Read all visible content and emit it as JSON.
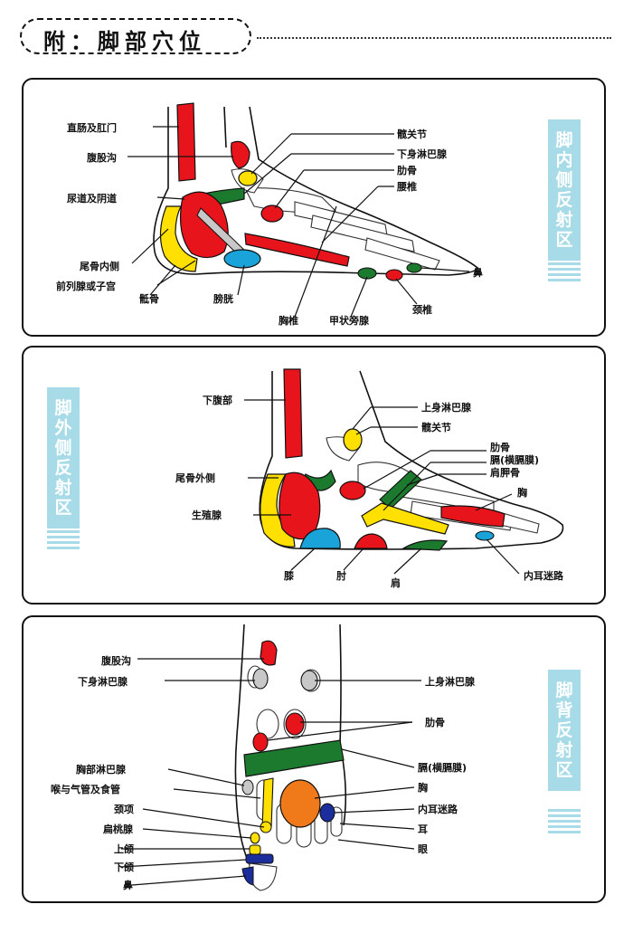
{
  "header": {
    "title": "附：脚部穴位"
  },
  "panel1": {
    "tag": "脚内侧反射区",
    "labels": {
      "rectum": "直肠及肛门",
      "groin": "腹股沟",
      "urethra": "尿道及阴道",
      "coccyx_inner": "尾骨内侧",
      "prostate": "前列腺或子宫",
      "sacrum": "骶骨",
      "bladder": "膀胱",
      "thoracic": "胸椎",
      "parathyroid": "甲状旁腺",
      "cervical": "颈椎",
      "nose": "鼻",
      "hip": "髋关节",
      "lower_lymph": "下身淋巴腺",
      "rib": "肋骨",
      "lumbar": "腰椎"
    }
  },
  "panel2": {
    "tag": "脚外侧反射区",
    "labels": {
      "lower_abdomen": "下腹部",
      "coccyx_outer": "尾骨外侧",
      "gonad": "生殖腺",
      "knee": "膝",
      "elbow": "肘",
      "shoulder": "肩",
      "inner_ear": "内耳迷路",
      "upper_lymph": "上身淋巴腺",
      "hip": "髋关节",
      "rib": "肋骨",
      "diaphragm": "膈(横膈膜)",
      "scapula": "肩胛骨",
      "chest": "胸"
    }
  },
  "panel3": {
    "tag": "脚背反射区",
    "labels": {
      "groin": "腹股沟",
      "lower_lymph": "下身淋巴腺",
      "chest_lymph": "胸部淋巴腺",
      "throat": "喉与气管及食管",
      "neck": "颈项",
      "tonsil": "扁桃腺",
      "upper_jaw": "上颌",
      "lower_jaw": "下颌",
      "nose": "鼻",
      "upper_lymph": "上身淋巴腺",
      "rib": "肋骨",
      "diaphragm": "膈(横膈膜)",
      "chest": "胸",
      "inner_ear": "内耳迷路",
      "ear": "耳",
      "eye": "眼"
    }
  },
  "colors": {
    "red": "#e8141b",
    "yellow": "#ffe000",
    "green": "#1c7a2e",
    "blue": "#1aa3d8",
    "navy": "#1c2e9c",
    "orange": "#f07a1a",
    "gray": "#c8c8c8",
    "tag": "#a7dbe8"
  }
}
